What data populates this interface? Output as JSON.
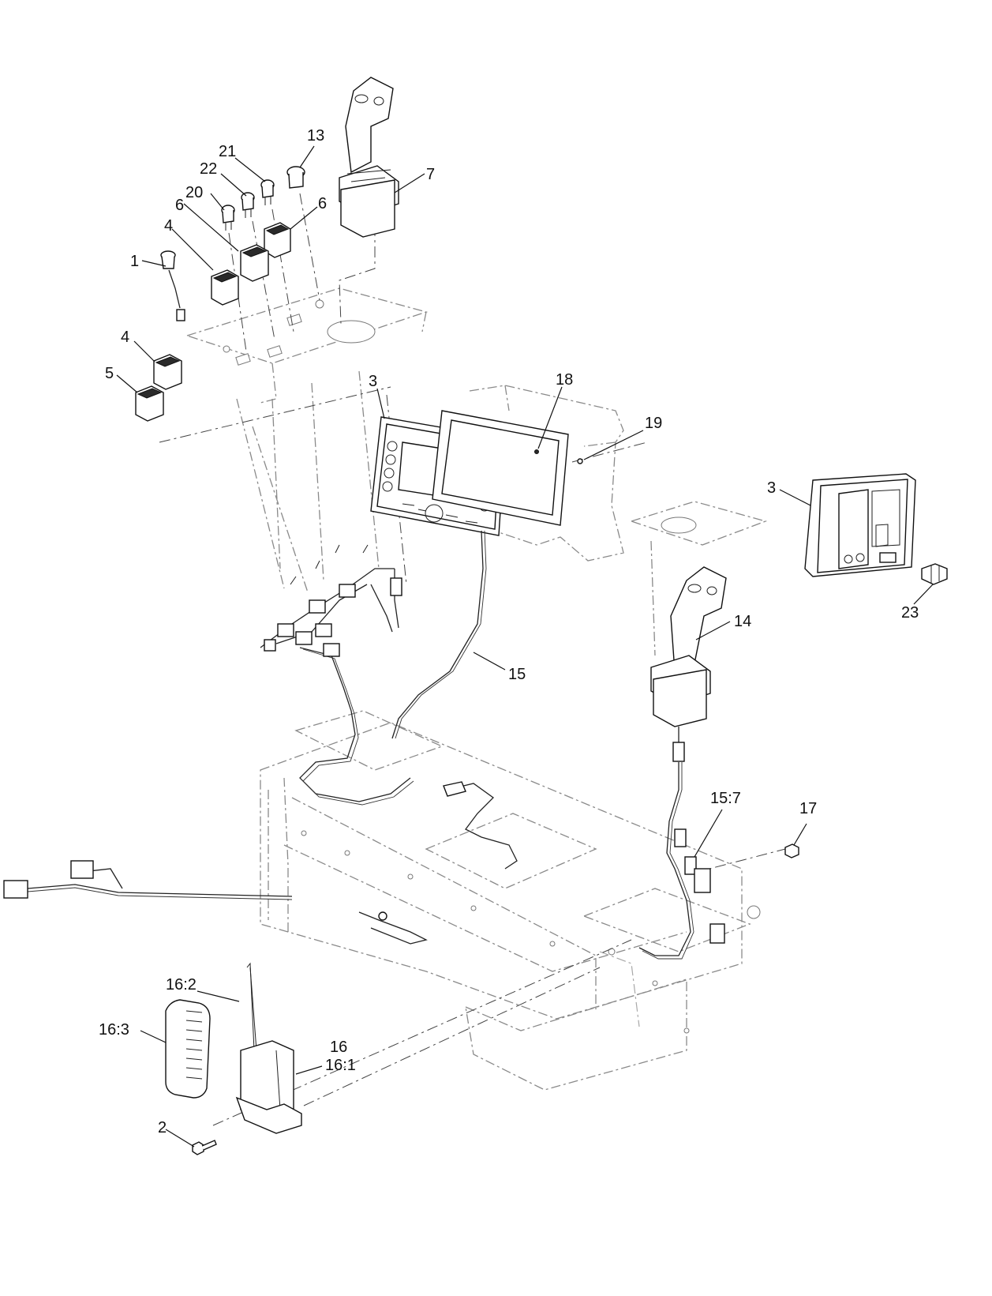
{
  "callouts": {
    "c1": "1",
    "c2": "2",
    "c3_display_front": "3",
    "c3_display_rear": "3",
    "c4_upper": "4",
    "c4_lower": "4",
    "c5": "5",
    "c6_left": "6",
    "c6_right": "6",
    "c7": "7",
    "c13": "13",
    "c14": "14",
    "c15": "15",
    "c15_7": "15:7",
    "c16": "16",
    "c16_1": "16:1",
    "c16_2": "16:2",
    "c16_3": "16:3",
    "c17": "17",
    "c18": "18",
    "c19": "19",
    "c20": "20",
    "c21": "21",
    "c22": "22",
    "c23": "23"
  },
  "colors": {
    "line": "#111111",
    "phantom": "#8a8a8a",
    "background": "#ffffff"
  }
}
